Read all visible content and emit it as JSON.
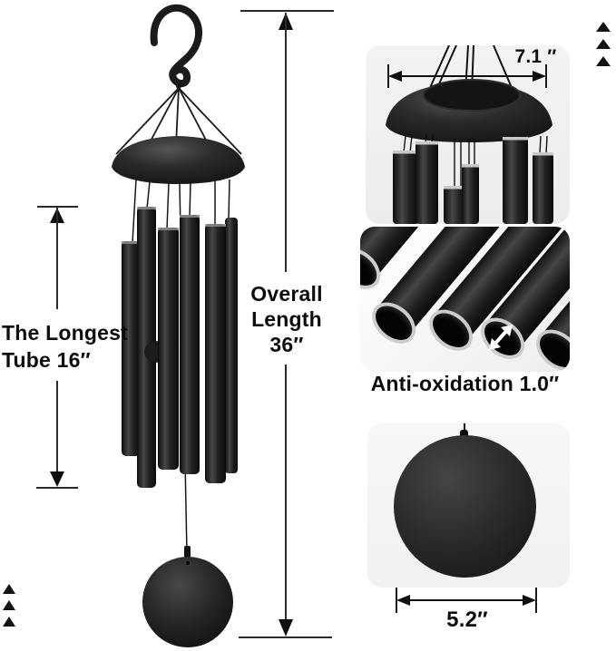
{
  "product_diagram": {
    "subject": "black metal wind chime with dimension callouts",
    "labels": {
      "overall_length": {
        "lines": [
          "Overall",
          "Length",
          "36″"
        ]
      },
      "longest_tube": {
        "lines": [
          "The Longest",
          "Tube 16″"
        ]
      },
      "hoop_width": "7.1 ″",
      "anti_oxidation": "Anti-oxidation 1.0″",
      "catcher_width": "5.2″"
    },
    "colors": {
      "text": "#111111",
      "dimension_line": "#2a2a2a",
      "metal": "#1f1f1f",
      "silver_rim": "#cfcfcf",
      "inset_background": "#f2f2f2",
      "canvas_background": "#ffffff"
    },
    "decorations": {
      "corner_triangles_top_right": 3,
      "corner_triangles_bottom_left": 3
    }
  }
}
